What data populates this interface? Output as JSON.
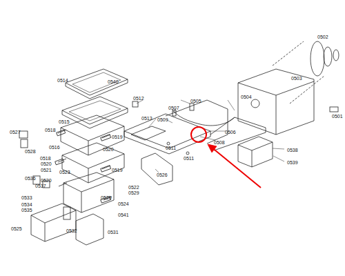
{
  "diagram": {
    "labels": [
      "0502",
      "0503",
      "0501",
      "0512",
      "0513",
      "0507",
      "0505",
      "0504",
      "0509",
      "0506",
      "0508",
      "0511",
      "0511",
      "0538",
      "0539",
      "0526",
      "0514",
      "0540",
      "0515",
      "0527",
      "0518",
      "0516",
      "0528",
      "0519",
      "0518",
      "0520",
      "0521",
      "0520",
      "0523",
      "0519",
      "0536",
      "0537",
      "0520",
      "0522",
      "0529",
      "0533",
      "0534",
      "0520",
      "0524",
      "0535",
      "0541",
      "0525",
      "0532",
      "0531"
    ]
  }
}
